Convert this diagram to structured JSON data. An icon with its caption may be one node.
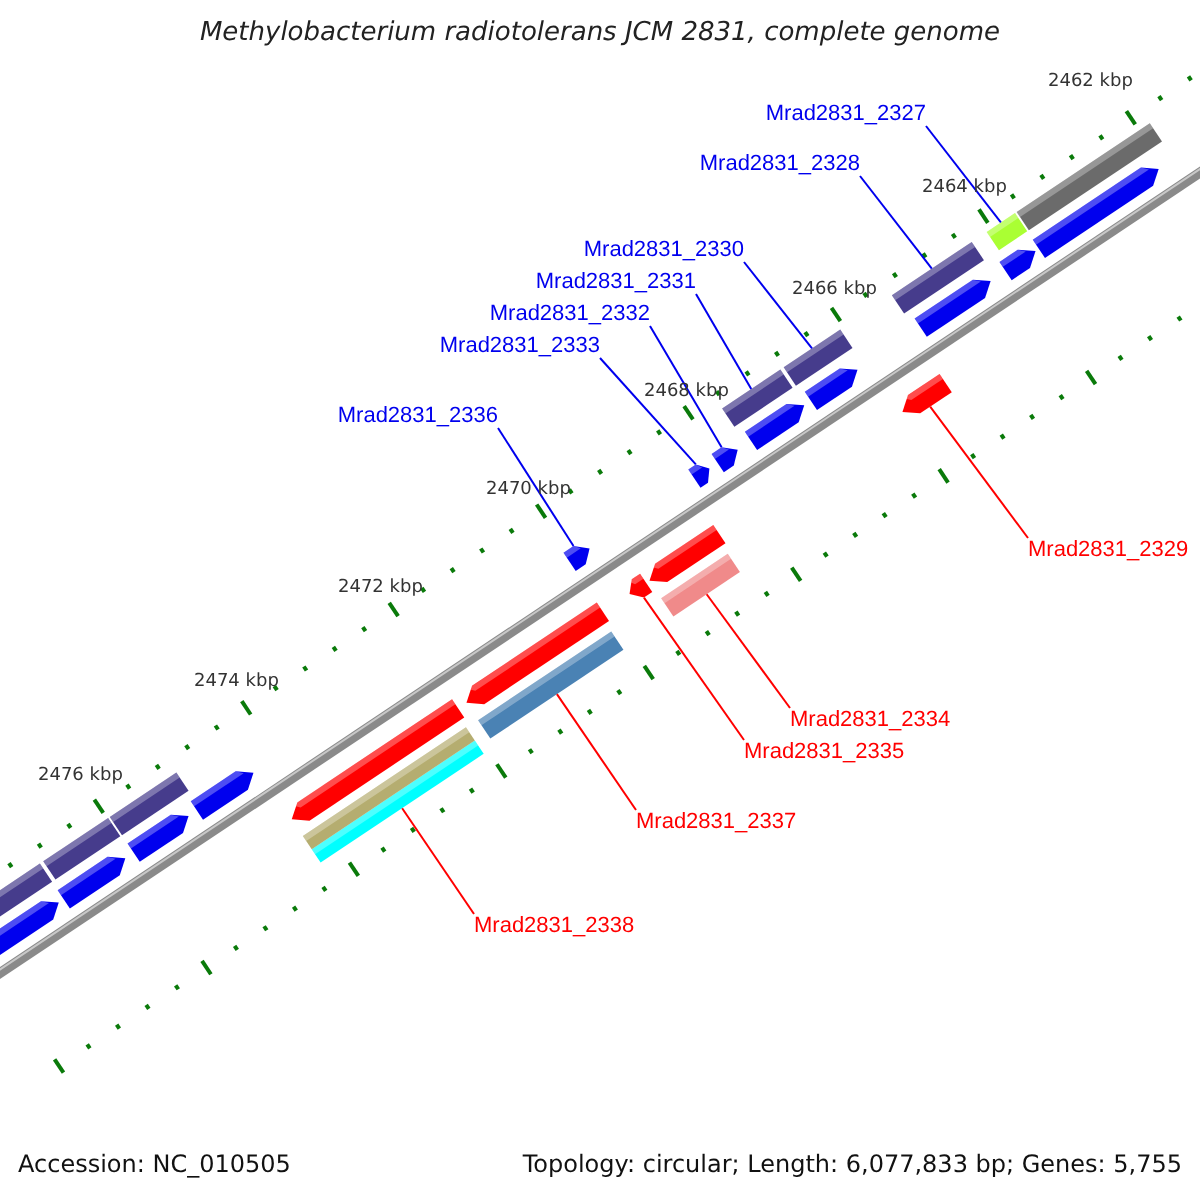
{
  "diagram": {
    "title": "Methylobacterium radiotolerans JCM 2831, complete genome",
    "nodes": [
      {
        "text": [
          "Mrad2831_2327"
        ]
      },
      {
        "text": [],
        "shape": "bar"
      },
      {
        "text": [
          "Mrad2831_2328"
        ]
      },
      {
        "text": [],
        "shape": "bar"
      },
      {
        "text": [
          "Mrad2831_2330"
        ]
      },
      {
        "text": [],
        "shape": "bar"
      },
      {
        "text": [
          "Mrad2831_2331"
        ]
      },
      {
        "text": [],
        "shape": "bar"
      },
      {
        "text": [
          "Mrad2831_2332"
        ]
      },
      {
        "text": [],
        "shape": "bar"
      },
      {
        "text": [
          "Mrad2831_2333"
        ]
      },
      {
        "text": [],
        "shape": "bar"
      },
      {
        "text": [
          "Mrad2831_2336"
        ]
      },
      {
        "text": [],
        "shape": "bar"
      },
      {
        "text": [
          "Mrad2831_2329"
        ]
      },
      {
        "text": [],
        "shape": "bar"
      },
      {
        "text": [
          "Mrad2831_2334"
        ]
      },
      {
        "text": [],
        "shape": "bar"
      },
      {
        "text": [
          "Mrad2831_2335"
        ]
      },
      {
        "text": [],
        "shape": "bar"
      },
      {
        "text": [
          "Mrad2831_2337"
        ]
      },
      {
        "text": [],
        "shape": "bar"
      },
      {
        "text": [
          "Mrad2831_2338"
        ]
      },
      {
        "text": [],
        "shape": "bar"
      },
      {
        "text": [],
        "shape": "bar"
      },
      {
        "text": [],
        "shape": "bar"
      },
      {
        "text": [],
        "shape": "bar"
      },
      {
        "text": [],
        "shape": "bar"
      },
      {
        "text": [],
        "shape": "bar"
      },
      {
        "text": [],
        "shape": "bar"
      },
      {
        "text": [],
        "shape": "bar"
      },
      {
        "text": [],
        "shape": "bar"
      },
      {
        "text": [],
        "shape": "bar"
      },
      {
        "text": [],
        "shape": "bar"
      },
      {
        "text": [],
        "shape": "bar"
      },
      {
        "text": [],
        "shape": "bar"
      },
      {
        "text": [],
        "shape": "bar"
      },
      {
        "text": [],
        "shape": "bar"
      },
      {
        "text": [],
        "shape": "bar"
      },
      {
        "text": [],
        "shape": "bar"
      },
      {
        "text": [],
        "shape": "bar"
      }
    ],
    "edges": [
      {
        "from": 0,
        "to": 1,
        "arrow": "none"
      },
      {
        "from": 2,
        "to": 3,
        "arrow": "none"
      },
      {
        "from": 4,
        "to": 5,
        "arrow": "none"
      },
      {
        "from": 6,
        "to": 7,
        "arrow": "none"
      },
      {
        "from": 8,
        "to": 9,
        "arrow": "none"
      },
      {
        "from": 10,
        "to": 11,
        "arrow": "none"
      },
      {
        "from": 12,
        "to": 13,
        "arrow": "none"
      },
      {
        "from": 14,
        "to": 15,
        "arrow": "none",
        "color": "#ff0000"
      },
      {
        "from": 16,
        "to": 17,
        "arrow": "none",
        "color": "#ff0000"
      },
      {
        "from": 18,
        "to": 19,
        "arrow": "none",
        "color": "#ff0000"
      },
      {
        "from": 20,
        "to": 21,
        "arrow": "none",
        "color": "#ff0000"
      },
      {
        "from": 22,
        "to": 23,
        "arrow": "none",
        "color": "#ff0000"
      }
    ],
    "labels": [
      "2462 kbp",
      "2464 kbp",
      "2466 kbp",
      "2468 kbp",
      "2470 kbp",
      "2472 kbp",
      "2474 kbp",
      "2476 kbp",
      "Accession: NC_010505",
      "Topology: circular; Length: 6,077,833 bp; Genes: 5,755"
    ]
  }
}
